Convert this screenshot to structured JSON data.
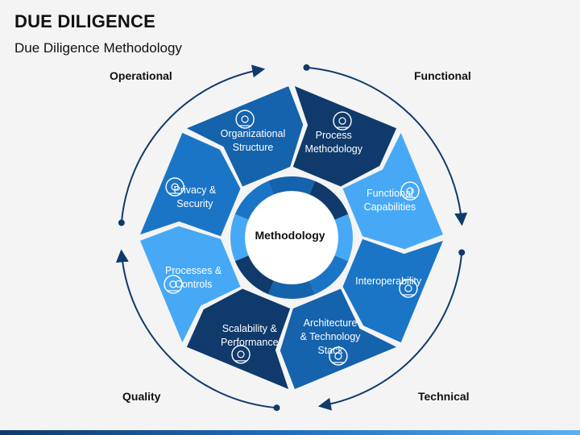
{
  "header": {
    "title": "DUE DILIGENCE",
    "subtitle": "Due Diligence Methodology"
  },
  "quadrants": {
    "operational": "Operational",
    "functional": "Functional",
    "quality": "Quality",
    "technical": "Technical"
  },
  "center": "Methodology",
  "segments": [
    {
      "label": "Process\nMethodology",
      "icon": "process-gear-icon",
      "color": "#0f3a6b"
    },
    {
      "label": "Functional\nCapabilities",
      "icon": "functional-shapes-icon",
      "color": "#47a9f5"
    },
    {
      "label": "Interoperability",
      "icon": "team-network-icon",
      "color": "#1b75c6"
    },
    {
      "label": "Architecture\n& Technology\nStack",
      "icon": "architecture-columns-icon",
      "color": "#1562ad"
    },
    {
      "label": "Scalability &\nPerformance",
      "icon": "rocket-icon",
      "color": "#0f3a6b"
    },
    {
      "label": "Processes &\nControls",
      "icon": "control-panel-icon",
      "color": "#47a9f5"
    },
    {
      "label": "Privacy &\nSecurity",
      "icon": "server-shield-icon",
      "color": "#1b75c6"
    },
    {
      "label": "Organizational\nStructure",
      "icon": "org-chart-icon",
      "color": "#1562ad"
    }
  ],
  "colors": {
    "navy": "#0f3a6b",
    "mid": "#1562ad",
    "blue": "#1b75c6",
    "light": "#47a9f5",
    "arrow": "#0f3a6b"
  }
}
